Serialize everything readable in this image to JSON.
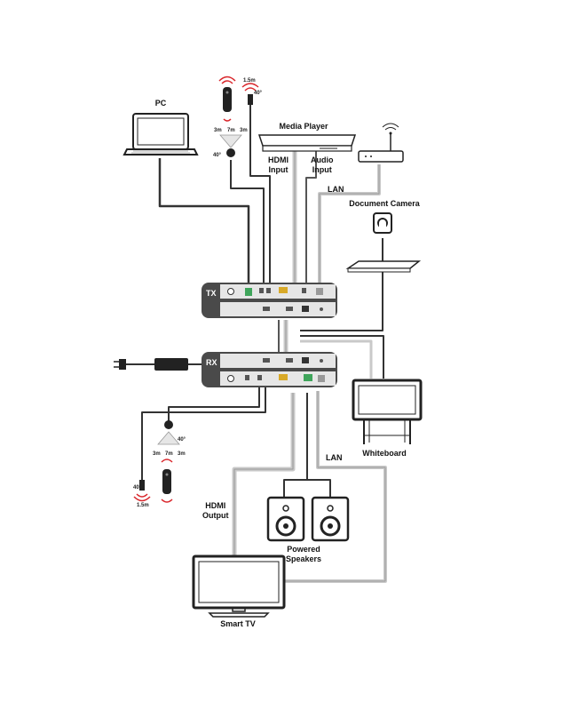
{
  "labels": {
    "pc": "PC",
    "media_player": "Media Player",
    "hdmi_input": "HDMI\nInput",
    "audio_input": "Audio\nInput",
    "lan_top": "LAN",
    "document_camera": "Document Camera",
    "tx": "TX",
    "rx": "RX",
    "whiteboard": "Whiteboard",
    "lan_bottom": "LAN",
    "hdmi_output": "HDMI\nOutput",
    "powered_speakers": "Powered\nSpeakers",
    "smart_tv": "Smart TV"
  },
  "ir_sensor_top": {
    "range_left": "3m",
    "range_center": "7m",
    "range_right": "3m",
    "angle": "40°"
  },
  "ir_remote_top": {
    "range": "1.5m",
    "angle": "40°"
  },
  "ir_sensor_bottom": {
    "range_left": "3m",
    "range_center": "7m",
    "range_right": "3m",
    "angle": "40°"
  },
  "ir_remote_bottom": {
    "range": "1.5m",
    "angle": "40°"
  }
}
